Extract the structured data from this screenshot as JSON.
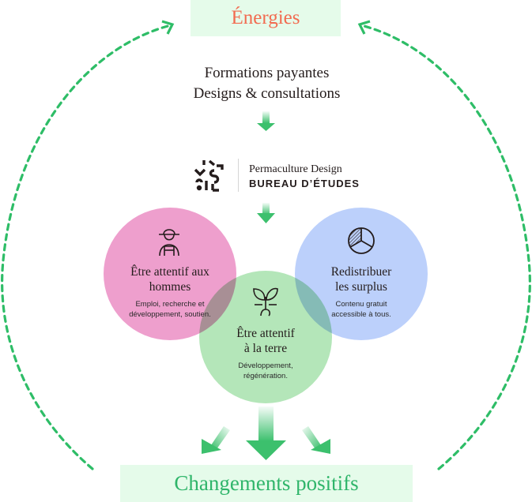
{
  "top_box": {
    "label": "Énergies",
    "color": "#f26b50",
    "background": "#e5fbea"
  },
  "sources": {
    "line1": "Formations payantes",
    "line2": "Designs & consultations"
  },
  "logo": {
    "icon": "bureau-logo-icon",
    "line1": "Permaculture Design",
    "line2": "BUREAU D’ÉTUDES"
  },
  "circles": [
    {
      "id": "hommes",
      "icon": "farmer-icon",
      "title_line1": "Être attentif aux",
      "title_line2": "hommes",
      "desc_line1": "Emploi, recherche et",
      "desc_line2": "développement, soutien.",
      "color": "#ee9fcd"
    },
    {
      "id": "surplus",
      "icon": "pie-share-icon",
      "title_line1": "Redistribuer",
      "title_line2": "les surplus",
      "desc_line1": "Contenu gratuit",
      "desc_line2": "accessible à tous.",
      "color": "#bcd0fb"
    },
    {
      "id": "terre",
      "icon": "sprout-icon",
      "title_line1": "Être attentif",
      "title_line2": "à la terre",
      "desc_line1": "Développement,",
      "desc_line2": "régénération.",
      "color": "#a3e0aa"
    }
  ],
  "bottom_box": {
    "label": "Changements positifs",
    "color": "#2fb56a",
    "background": "#e5fbea"
  },
  "accent_green": "#2ebd67"
}
